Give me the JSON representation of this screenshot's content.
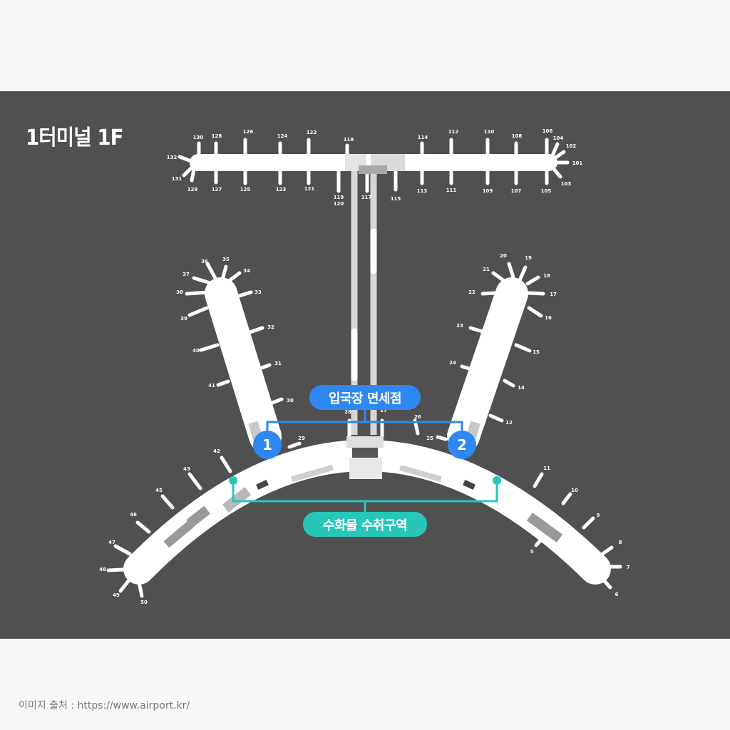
{
  "map": {
    "title": "1터미널 1F",
    "background_color": "#505050",
    "page_background": "#f8f8f8",
    "concourse_color": "#ffffff",
    "callouts": {
      "duty_free": {
        "label": "입국장 면세점",
        "color": "#2f87f2",
        "locations": [
          "1",
          "2"
        ]
      },
      "baggage": {
        "label": "수화물 수취구역",
        "color": "#26c7b8"
      }
    },
    "concourse_a_gates": {
      "top_row": [
        "130",
        "128",
        "126",
        "124",
        "122",
        "118",
        "114",
        "112",
        "110",
        "108",
        "106",
        "104",
        "102"
      ],
      "bottom_row": [
        "131",
        "129",
        "127",
        "125",
        "123",
        "121",
        "119",
        "120",
        "117",
        "115",
        "113",
        "111",
        "109",
        "107",
        "105",
        "103"
      ],
      "ends": [
        "132",
        "101"
      ]
    },
    "left_pier_gates": [
      "36",
      "35",
      "37",
      "34",
      "38",
      "33",
      "39",
      "32",
      "40",
      "31",
      "41",
      "30",
      "29"
    ],
    "right_pier_gates": [
      "20",
      "19",
      "21",
      "18",
      "22",
      "17",
      "16",
      "23",
      "15",
      "24",
      "14",
      "12",
      "25",
      "26"
    ],
    "main_terminal_gates_left": [
      "42",
      "43",
      "45",
      "46",
      "47",
      "48",
      "49",
      "50"
    ],
    "main_terminal_gates_right": [
      "11",
      "10",
      "9",
      "8",
      "7",
      "6",
      "5"
    ],
    "center_gates": [
      "28",
      "27"
    ]
  },
  "footer": {
    "source": "이미지 출처 : https://www.airport.kr/"
  }
}
